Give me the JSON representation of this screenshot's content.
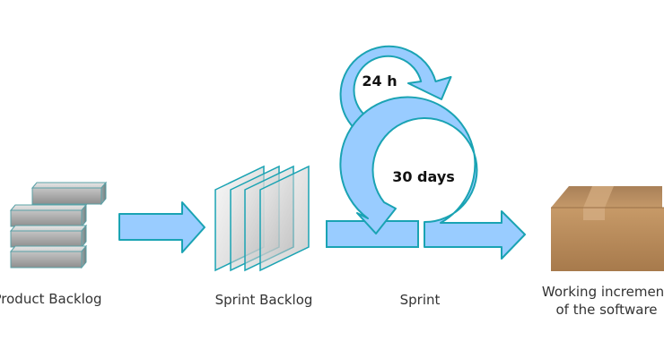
{
  "labels": {
    "product_backlog": "Product Backlog",
    "sprint_backlog": "Sprint Backlog",
    "sprint": "Sprint",
    "increment_line1": "Working increment",
    "increment_line2": "of the software",
    "daily_cycle": "24 h",
    "sprint_cycle": "30 days"
  },
  "colors": {
    "arrow_fill": "#99ccff",
    "arrow_stroke": "#1aa3b3",
    "backlog_block": "#aaaaaa",
    "box": "#b5895a"
  },
  "icons": {
    "product_backlog": "stacked-blocks-icon",
    "sprint_backlog": "stacked-sheets-icon",
    "increment": "cardboard-box-icon"
  }
}
